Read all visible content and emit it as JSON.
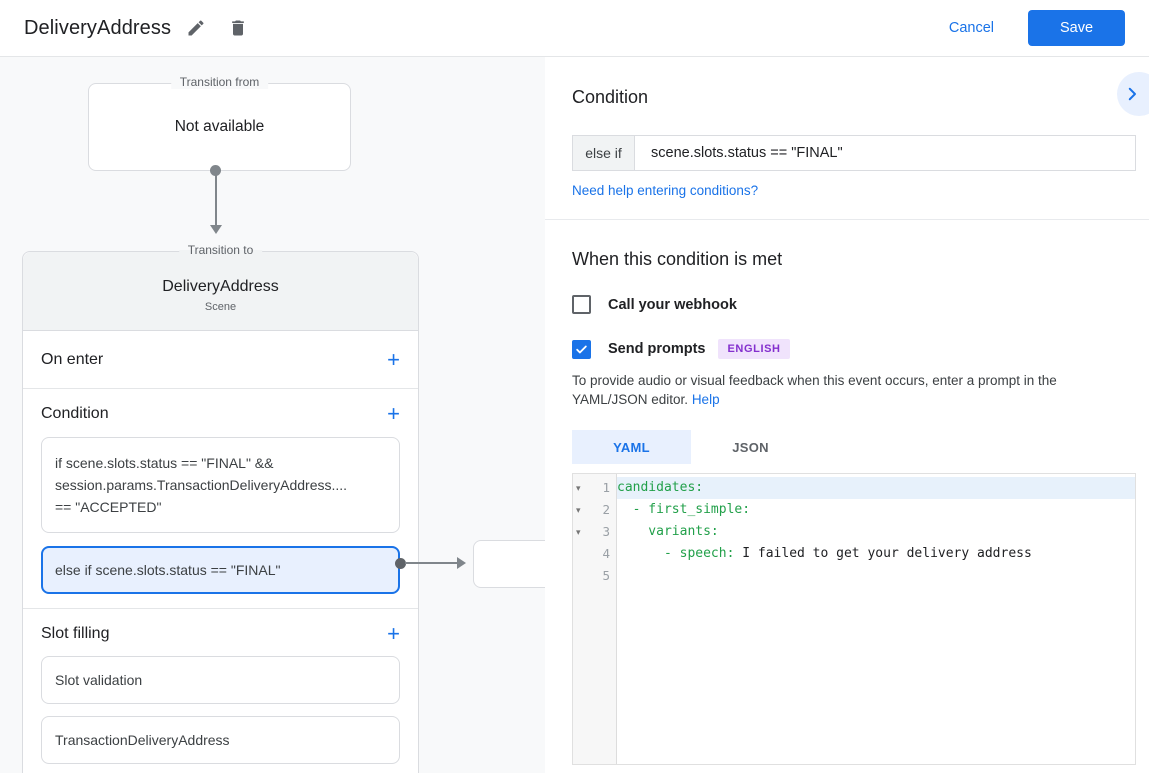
{
  "colors": {
    "accent_blue": "#1a73e8",
    "selection_blue": "#e8f0fe",
    "canvas_bg": "#f8f9fa",
    "card_header_bg": "#f1f3f4",
    "border_gray": "#dadce0",
    "badge_bg": "#f0e3fc",
    "badge_text": "#8430ce",
    "yaml_key_green": "#22a04a"
  },
  "header": {
    "title": "DeliveryAddress",
    "cancel_label": "Cancel",
    "save_label": "Save"
  },
  "canvas": {
    "transition_from": {
      "legend": "Transition from",
      "content": "Not available"
    },
    "scene_card": {
      "legend": "Transition to",
      "title": "DeliveryAddress",
      "subtitle": "Scene",
      "add_icon": "+",
      "on_enter_label": "On enter",
      "condition_label": "Condition",
      "condition_if": {
        "lines": [
          "if scene.slots.status == \"FINAL\" &&",
          "session.params.TransactionDeliveryAddress....",
          "== \"ACCEPTED\""
        ]
      },
      "condition_else": {
        "text": "else if scene.slots.status == \"FINAL\"",
        "selected": true
      },
      "slot_filling_label": "Slot filling",
      "slot_items": [
        "Slot validation",
        "TransactionDeliveryAddress"
      ]
    }
  },
  "panel": {
    "title": "Condition",
    "condition_row": {
      "prefix": "else if",
      "value": "scene.slots.status == \"FINAL\""
    },
    "help_link": "Need help entering conditions?",
    "section_title": "When this condition is met",
    "webhook": {
      "label": "Call your webhook",
      "checked": false
    },
    "prompts": {
      "label": "Send prompts",
      "checked": true,
      "badge": "ENGLISH"
    },
    "description": "To provide audio or visual feedback when this event occurs, enter a prompt in the YAML/JSON editor.",
    "description_link": "Help",
    "tabs": {
      "yaml": "YAML",
      "json": "JSON",
      "active": "YAML"
    },
    "editor": {
      "fold_icon": "▾",
      "lines": [
        {
          "number": 1,
          "fold": true,
          "highlight": true,
          "segments": [
            {
              "type": "key",
              "text": "candidates:"
            }
          ]
        },
        {
          "number": 2,
          "fold": true,
          "highlight": false,
          "segments": [
            {
              "type": "key",
              "text": "  - first_simple:"
            }
          ]
        },
        {
          "number": 3,
          "fold": true,
          "highlight": false,
          "segments": [
            {
              "type": "key",
              "text": "    variants:"
            }
          ]
        },
        {
          "number": 4,
          "fold": false,
          "highlight": false,
          "segments": [
            {
              "type": "key",
              "text": "      - speech:"
            },
            {
              "type": "plain",
              "text": " I failed to get your delivery address"
            }
          ]
        },
        {
          "number": 5,
          "fold": false,
          "highlight": false,
          "segments": []
        }
      ]
    }
  }
}
